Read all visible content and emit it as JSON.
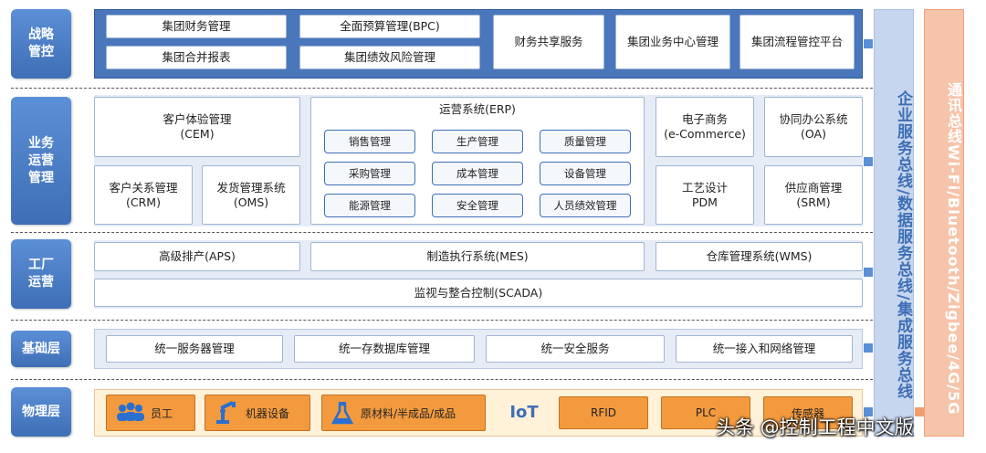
{
  "layers": {
    "strategy": "战略\n管控",
    "business": "业务\n运营\n管理",
    "factory": "工厂\n运营",
    "foundation": "基础层",
    "physical": "物理层"
  },
  "strategy_items": {
    "group_finance": "集团财务管理",
    "budget": "全面预算管理(BPC)",
    "consolidation": "集团合并报表",
    "performance_risk": "集团绩效风险管理",
    "shared_service": "财务共享服务",
    "business_center": "集团业务中心管理",
    "process_control": "集团流程管控平台"
  },
  "business_items": {
    "cem": "客户体验管理\n(CEM)",
    "crm": "客户关系管理\n(CRM)",
    "oms": "发货管理系统\n(OMS)",
    "erp_title": "运营系统(ERP)",
    "erp_modules": [
      "销售管理",
      "生产管理",
      "质量管理",
      "采购管理",
      "成本管理",
      "设备管理",
      "能源管理",
      "安全管理",
      "人员绩效管理"
    ],
    "ecommerce": "电子商务\n(e-Commerce)",
    "oa": "协同办公系统\n(OA)",
    "pdm": "工艺设计\nPDM",
    "srm": "供应商管理\n(SRM)"
  },
  "factory_items": {
    "aps": "高级排产(APS)",
    "mes": "制造执行系统(MES)",
    "wms": "仓库管理系统(WMS)",
    "scada": "监视与整合控制(SCADA)"
  },
  "foundation_items": [
    "统一服务器管理",
    "统一存数据库管理",
    "统一安全服务",
    "统一接入和网络管理"
  ],
  "physical_items": {
    "staff": "员工",
    "machines": "机器设备",
    "materials": "原材料/半成品/成品",
    "iot": "IoT",
    "rfid": "RFID",
    "plc": "PLC",
    "sensor": "传感器"
  },
  "buses": {
    "enterprise": "企业服务总线/数据服务总线/集成服务总线",
    "comm": "通讯总线Wi-Fi/Bluetooth/Zigbee/4G/5G"
  },
  "watermark": "头条 @控制工程中文版",
  "colors": {
    "layer_blue": "#3e6fb6",
    "panel_bg": "#e6ecf5",
    "strategy_panel": "#4a77bb",
    "orange": "#f39a3e",
    "bus_blue": "#c5d6ee",
    "bus_orange": "#f6c4aa"
  }
}
